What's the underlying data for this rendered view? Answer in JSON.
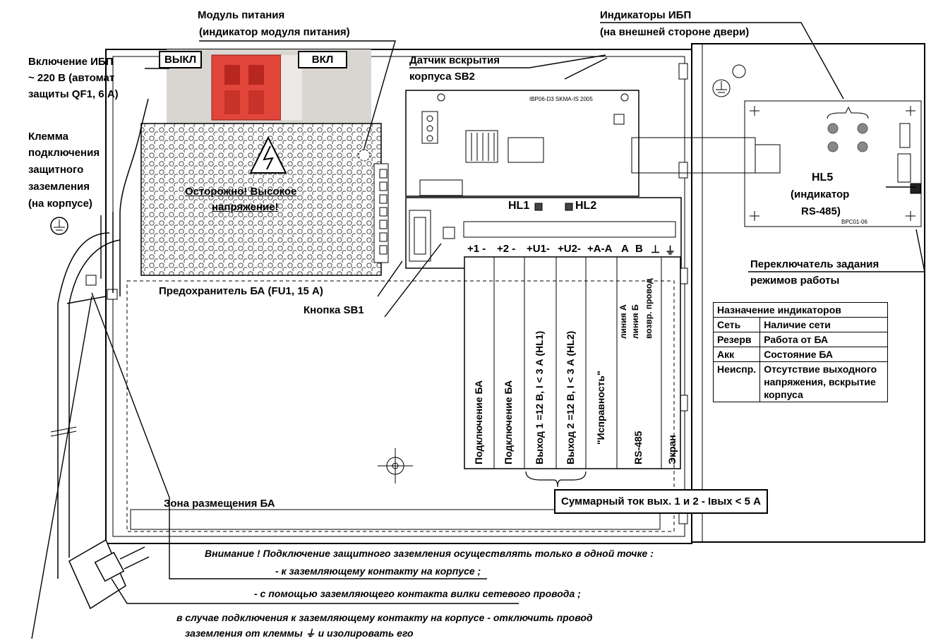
{
  "labels": {
    "power_module": "Модуль питания",
    "power_module_sub": "(индикатор модуля питания)",
    "ups_indicators": "Индикаторы ИБП",
    "ups_indicators_sub": "(на внешней стороне двери)",
    "ups_on_1": "Включение ИБП",
    "ups_on_2": "~ 220 В (автомат",
    "ups_on_3": "защиты QF1, 6 А)",
    "off": "ВЫКЛ",
    "on": "ВКЛ",
    "tamper_1": "Датчик вскрытия",
    "tamper_2": "корпуса SB2",
    "ground_1": "Клемма",
    "ground_2": "подключения",
    "ground_3": "защитного",
    "ground_4": "заземления",
    "ground_5": "(на корпусе)",
    "warning_1": "Осторожно! Высокое",
    "warning_2": "напряжение!",
    "hl1": "HL1",
    "hl2": "HL2",
    "hl5": "HL5",
    "hl5_sub_1": "(индикатор",
    "hl5_sub_2": "RS-485)",
    "fuse": "Предохранитель БА (FU1, 15 А)",
    "button": "Кнопка SB1",
    "mode_switch_1": "Переключатель задания",
    "mode_switch_2": "режимов работы",
    "battery_zone": "Зона размещения БА",
    "sum_current": "Суммарный ток вых. 1 и 2 - Iвых < 5 А",
    "board_id": "IBP06-D3 SKMA-IS 2005",
    "board2_id": "BPC01-06"
  },
  "terminals": [
    "+1 -",
    "+2 -",
    "+U1-",
    "+U2-",
    "+A-A",
    "A",
    "B",
    "⊥",
    "⏚"
  ],
  "columns": {
    "c1": "Подключение БА",
    "c2": "Подключение БА",
    "c3": "Выход 1 =12 В, I < 3 А (HL1)",
    "c4": "Выход 2 =12 В, I < 3 А (HL2)",
    "c5": "\"Исправность\"",
    "c6": "RS-485",
    "c6a": "линия А",
    "c6b": "линия Б",
    "c6c": "возвр. провод",
    "c7": "Экран"
  },
  "indicator_table": {
    "header": "Назначение индикаторов",
    "rows": [
      {
        "name": "Сеть",
        "desc": "Наличие сети"
      },
      {
        "name": "Резерв",
        "desc": "Работа от БА"
      },
      {
        "name": "Акк",
        "desc": "Состояние БА"
      },
      {
        "name": "Неиспр.",
        "desc": "Отсутствие выходного напряжения, вскрытие корпуса"
      }
    ]
  },
  "notes": {
    "n1": "Внимание ! Подключение защитного заземления осуществлять только в одной точке :",
    "n2": "- к заземляющему контакту на корпусе ;",
    "n3": "- с помощью заземляющего контакта вилки сетевого провода ;",
    "n4": "в случае подключения к заземляющему контакту на корпусе - отключить провод",
    "n5": "заземления от клеммы ⏚ и изолировать его"
  },
  "colors": {
    "breaker": "#e2453a",
    "breaker_dark": "#b8271f",
    "line": "#000000",
    "photo_bg": "#d9d6d2"
  }
}
